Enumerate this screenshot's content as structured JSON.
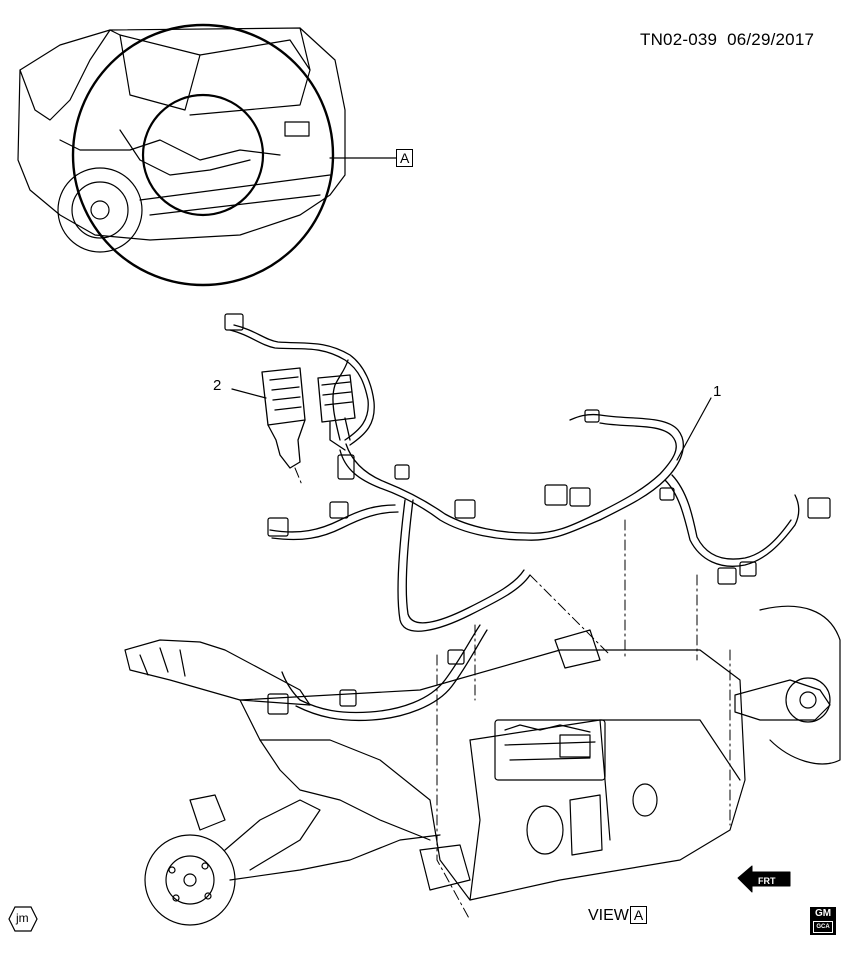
{
  "document_id": "TN02-039",
  "date": "06/29/2017",
  "callouts": {
    "one": "1",
    "two": "2",
    "view_ref": "A"
  },
  "view_label": {
    "prefix": "VIEW",
    "ref": "A"
  },
  "footer": {
    "jm_mark": "jm",
    "logo_text": "GM",
    "logo_sub": "GCA",
    "front_text": "FRT"
  },
  "colors": {
    "ink": "#000000",
    "paper": "#ffffff"
  }
}
